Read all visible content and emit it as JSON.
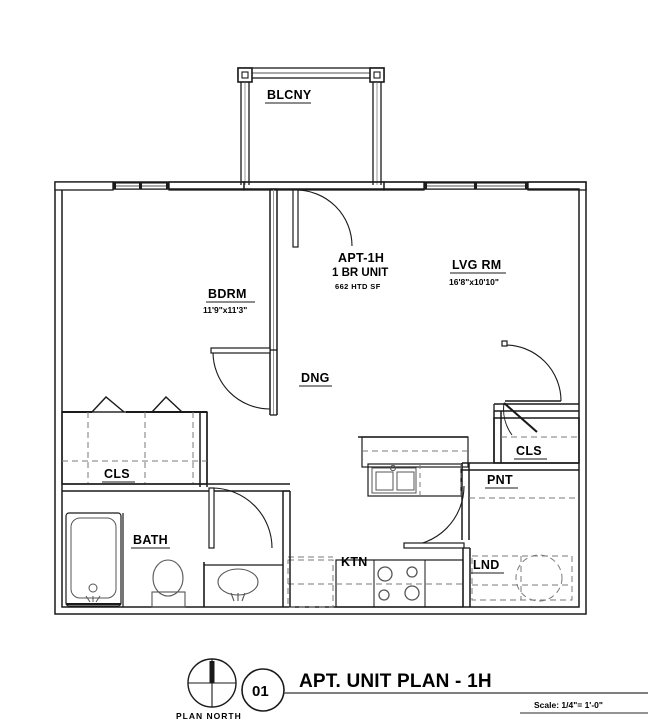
{
  "sheet": {
    "title": "APT. UNIT PLAN - 1H",
    "detail_number": "01",
    "scale": "Scale: 1/4\"= 1'-0\"",
    "north_label": "PLAN  NORTH",
    "north_icon": "plan-north-arrow-icon"
  },
  "unit": {
    "tag": "APT-1H",
    "type": "1 BR UNIT",
    "area": "662  HTD  SF"
  },
  "rooms": [
    {
      "key": "blcny",
      "label": "BLCNY",
      "dim": ""
    },
    {
      "key": "bdrm",
      "label": "BDRM",
      "dim": "11'9\"x11'3\""
    },
    {
      "key": "lvgrm",
      "label": "LVG RM",
      "dim": "16'8\"x10'10\""
    },
    {
      "key": "dng",
      "label": "DNG",
      "dim": ""
    },
    {
      "key": "cls_bed",
      "label": "CLS",
      "dim": ""
    },
    {
      "key": "bath",
      "label": "BATH",
      "dim": ""
    },
    {
      "key": "ktn",
      "label": "KTN",
      "dim": ""
    },
    {
      "key": "pnt",
      "label": "PNT",
      "dim": ""
    },
    {
      "key": "cls_ent",
      "label": "CLS",
      "dim": ""
    },
    {
      "key": "lnd",
      "label": "LND",
      "dim": ""
    }
  ],
  "fixtures": [
    {
      "key": "bathtub",
      "name": "bathtub-fixture"
    },
    {
      "key": "toilet",
      "name": "toilet-fixture"
    },
    {
      "key": "lavatory",
      "name": "sink-vanity-fixture"
    },
    {
      "key": "kitchensink",
      "name": "kitchen-sink-fixture"
    },
    {
      "key": "range",
      "name": "cooktop-range-fixture"
    },
    {
      "key": "washer",
      "name": "washer-dryer-fixture"
    }
  ],
  "colors": {
    "line": "#1a1a1a",
    "thin": "#555555",
    "hidden": "#7a7a7a",
    "paper": "#ffffff"
  }
}
